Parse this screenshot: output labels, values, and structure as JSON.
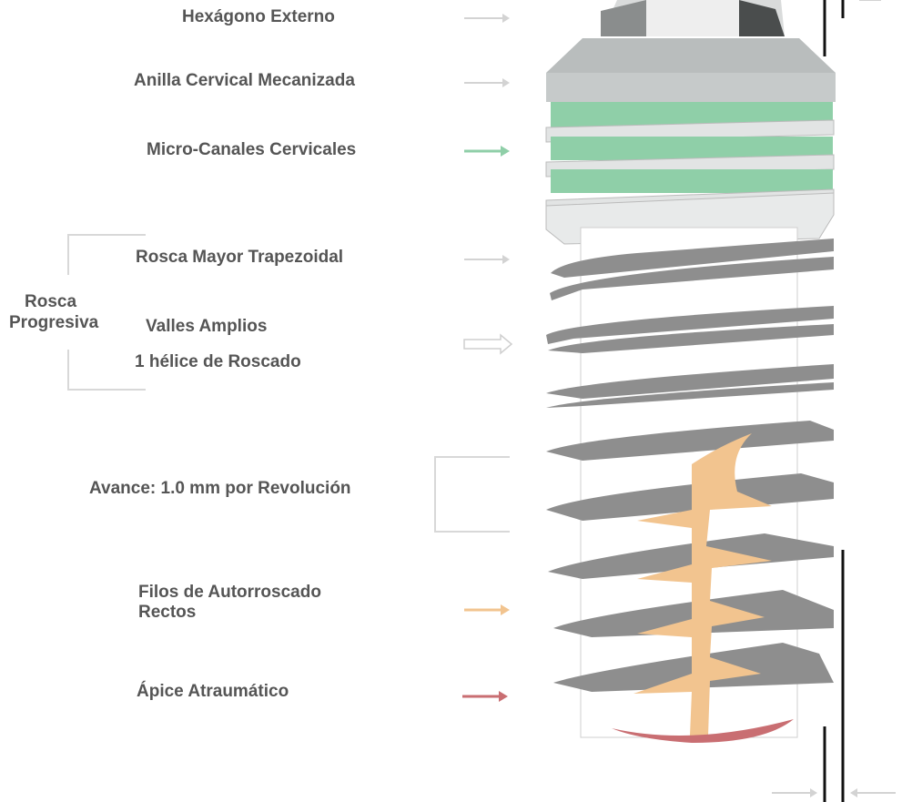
{
  "labels": {
    "hexagono": "Hexágono Externo",
    "anilla": "Anilla Cervical Mecanizada",
    "microcanales": "Micro-Canales Cervicales",
    "rosca_mayor": "Rosca Mayor Trapezoidal",
    "rosca_progresiva_1": "Rosca",
    "rosca_progresiva_2": "Progresiva",
    "valles": "Valles Amplios",
    "helice": "1 hélice de Roscado",
    "avance": "Avance: 1.0 mm por Revolución",
    "filos_1": "Filos de Autorroscado",
    "filos_2": "Rectos",
    "apice": "Ápice Atraumático"
  },
  "colors": {
    "green": "#8fcfa8",
    "orange": "#f2c48f",
    "red": "#c96e72",
    "gray_thread": "#8e8e8e",
    "collar": "#b9bdbd",
    "label_text": "#555555"
  }
}
